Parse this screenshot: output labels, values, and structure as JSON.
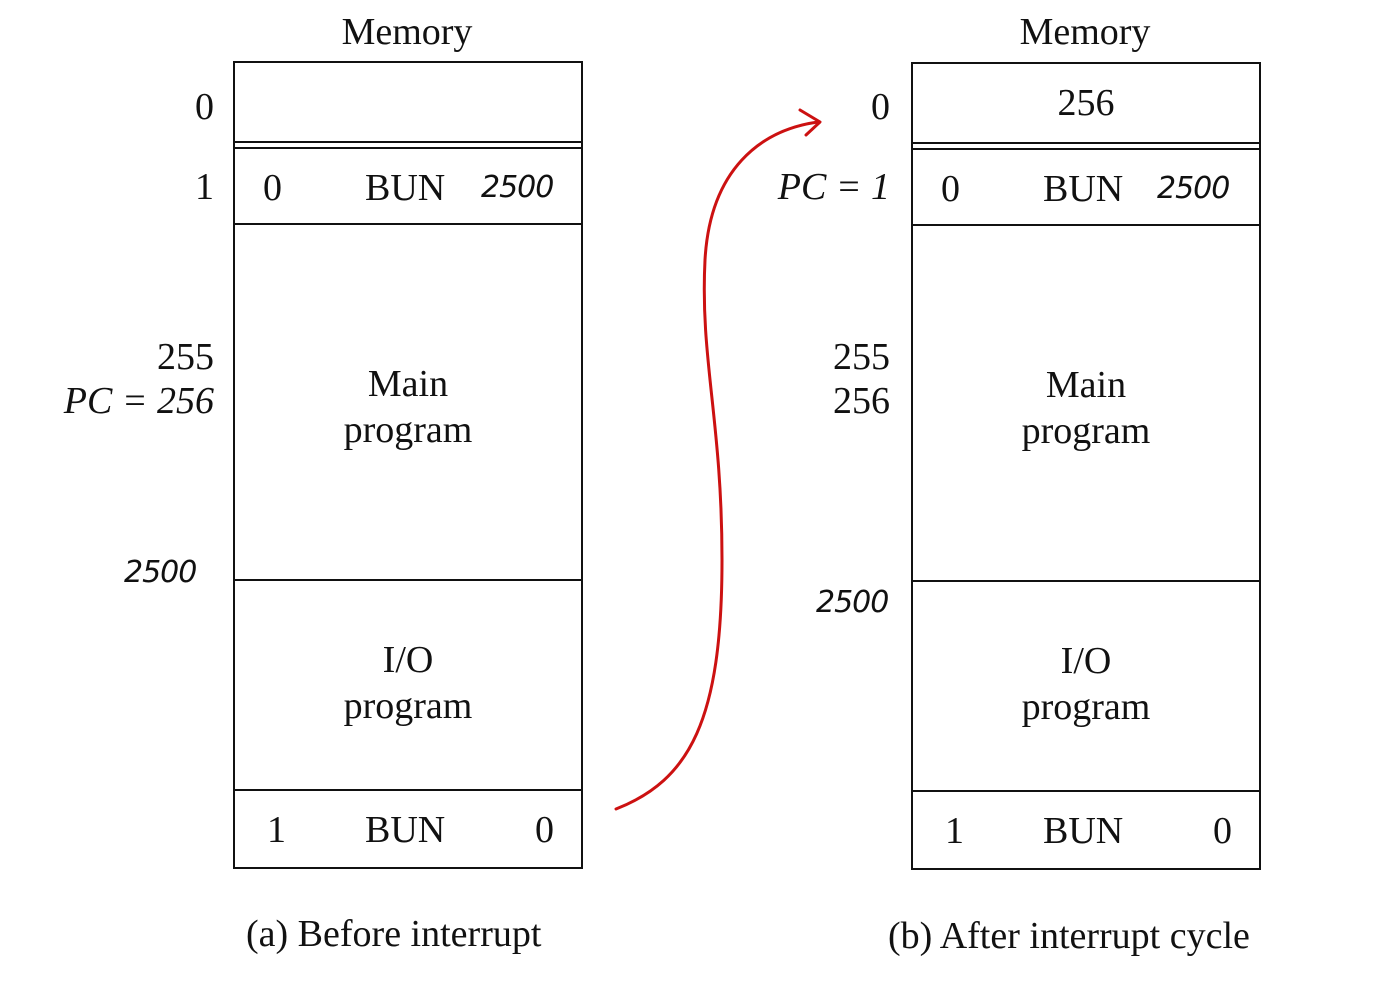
{
  "left": {
    "title": "Memory",
    "addresses": {
      "a0": "0",
      "a1": "1",
      "a255": "255",
      "pc256": "PC = 256"
    },
    "cell0_value": "",
    "cell1": {
      "bit": "0",
      "op": "BUN",
      "operand": "2500"
    },
    "main": [
      "Main",
      "program"
    ],
    "io": [
      "I/O",
      "program"
    ],
    "last": {
      "bit": "1",
      "op": "BUN",
      "operand": "0"
    },
    "hand_addr": "2500",
    "caption": "(a) Before interrupt"
  },
  "right": {
    "title": "Memory",
    "addresses": {
      "a0": "0",
      "pc1": "PC = 1",
      "a255": "255",
      "a256": "256"
    },
    "cell0_value": "256",
    "cell1": {
      "bit": "0",
      "op": "BUN",
      "operand": "2500"
    },
    "main": [
      "Main",
      "program"
    ],
    "io": [
      "I/O",
      "program"
    ],
    "last": {
      "bit": "1",
      "op": "BUN",
      "operand": "0"
    },
    "hand_addr": "2500",
    "caption": "(b) After interrupt cycle"
  },
  "colors": {
    "ink": "#111111",
    "arrow": "#cc1111"
  }
}
